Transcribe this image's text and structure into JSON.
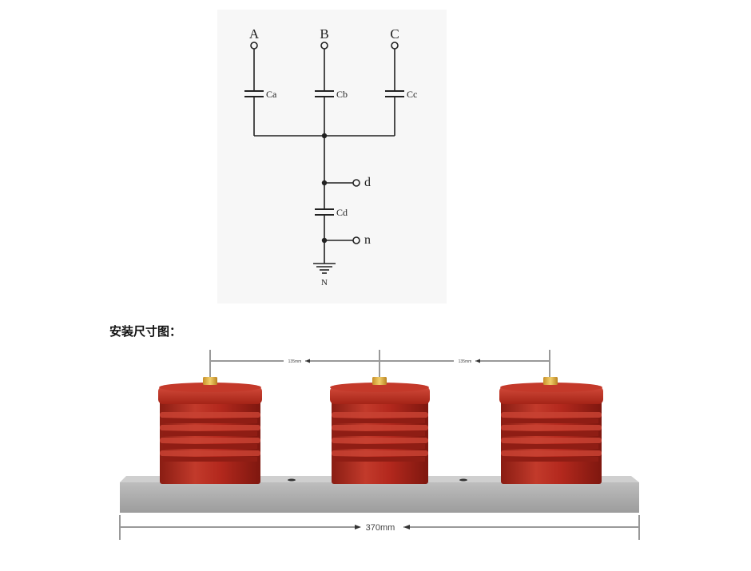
{
  "schematic": {
    "terminals": {
      "a": "A",
      "b": "B",
      "c": "C",
      "d": "d",
      "n": "n",
      "ground": "N"
    },
    "capacitors": {
      "ca": "Ca",
      "cb": "Cb",
      "cc": "Cc",
      "cd": "Cd"
    }
  },
  "install_section": {
    "heading": "安装尺寸图："
  },
  "dimensions": {
    "spacing_1": "135mm",
    "spacing_2": "135mm",
    "total_length": "370mm"
  },
  "colors": {
    "insulator": "#b3281d",
    "insulator_dark": "#8f1d14",
    "base_plate": "#a8a8a8",
    "terminal_brass": "#e0b040",
    "wire": "#222222"
  }
}
